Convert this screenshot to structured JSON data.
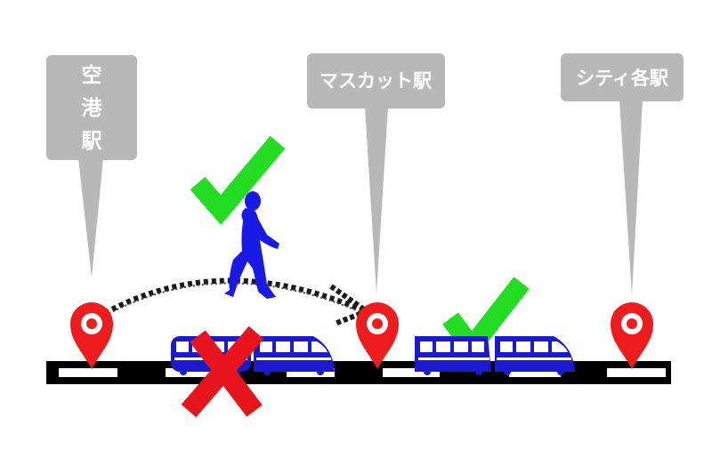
{
  "stations": {
    "airport": {
      "label": "空港駅",
      "chars": [
        "空",
        "港",
        "駅"
      ]
    },
    "muscat": {
      "label": "マスカット駅"
    },
    "city": {
      "label": "シティ各駅"
    }
  },
  "colors": {
    "sign": "#b8b8b8",
    "pin": "#ee1c1c",
    "check": "#22dd22",
    "cross": "#e8141c",
    "train": "#1a1ad0",
    "walker": "#1a1ae6",
    "track": "#000000"
  },
  "icons": {
    "check": "check-icon",
    "cross": "cross-icon",
    "walker": "walking-person-icon",
    "pin": "map-pin-icon",
    "train": "train-icon"
  }
}
